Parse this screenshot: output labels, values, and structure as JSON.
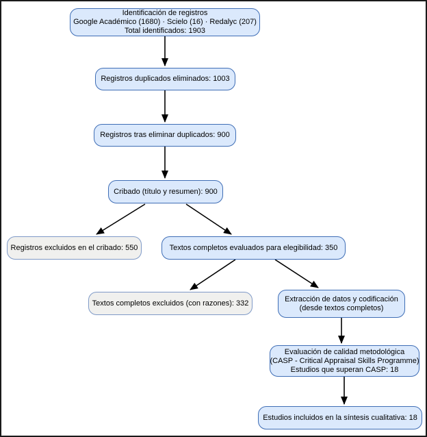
{
  "diagram": {
    "nodes": {
      "identification": {
        "lines": [
          "Identificación de registros",
          "Google Académico (1680) · Scielo (16) · Redalyc (207)",
          "Total identificados: 1903"
        ]
      },
      "duplicates_removed": {
        "label": "Registros duplicados eliminados: 1003"
      },
      "after_duplicates": {
        "label": "Registros tras eliminar duplicados: 900"
      },
      "screening": {
        "label": "Cribado (título y resumen): 900"
      },
      "excluded_screening": {
        "label": "Registros excluidos en el cribado: 550"
      },
      "fulltext_assessed": {
        "label": "Textos completos evaluados para elegibilidad: 350"
      },
      "fulltext_excluded": {
        "label": "Textos completos excluidos (con razones): 332"
      },
      "data_extraction": {
        "lines": [
          "Extracción de datos y codificación",
          "(desde textos completos)"
        ]
      },
      "quality_assessment": {
        "lines": [
          "Evaluación de calidad metodológica",
          "(CASP - Critical Appraisal Skills Programme)",
          "Estudios que superan CASP: 18"
        ]
      },
      "included_synthesis": {
        "label": "Estudios incluidos en la síntesis cualitativa: 18"
      }
    },
    "colors": {
      "node_fill": "#dbe9fc",
      "node_border": "#3e6db5",
      "excluded_fill": "#f0f0ee",
      "excluded_border": "#7e99c7",
      "arrow": "#000000",
      "frame_border": "#1a1a1a"
    }
  }
}
